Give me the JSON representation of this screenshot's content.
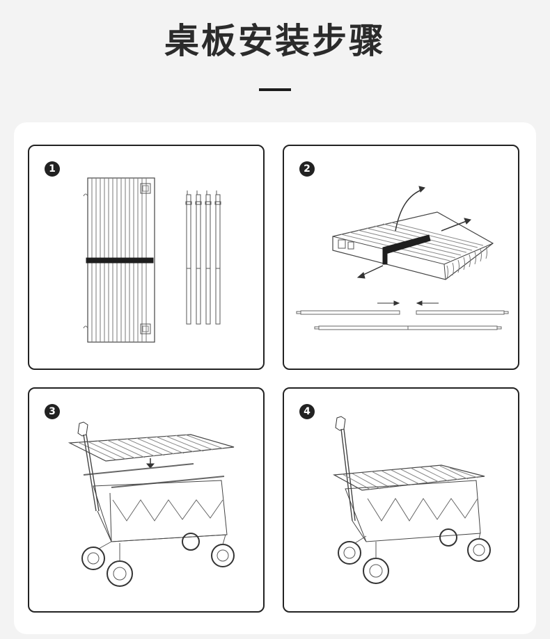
{
  "title": "桌板安装步骤",
  "steps": [
    {
      "number": "1"
    },
    {
      "number": "2"
    },
    {
      "number": "3"
    },
    {
      "number": "4"
    }
  ]
}
